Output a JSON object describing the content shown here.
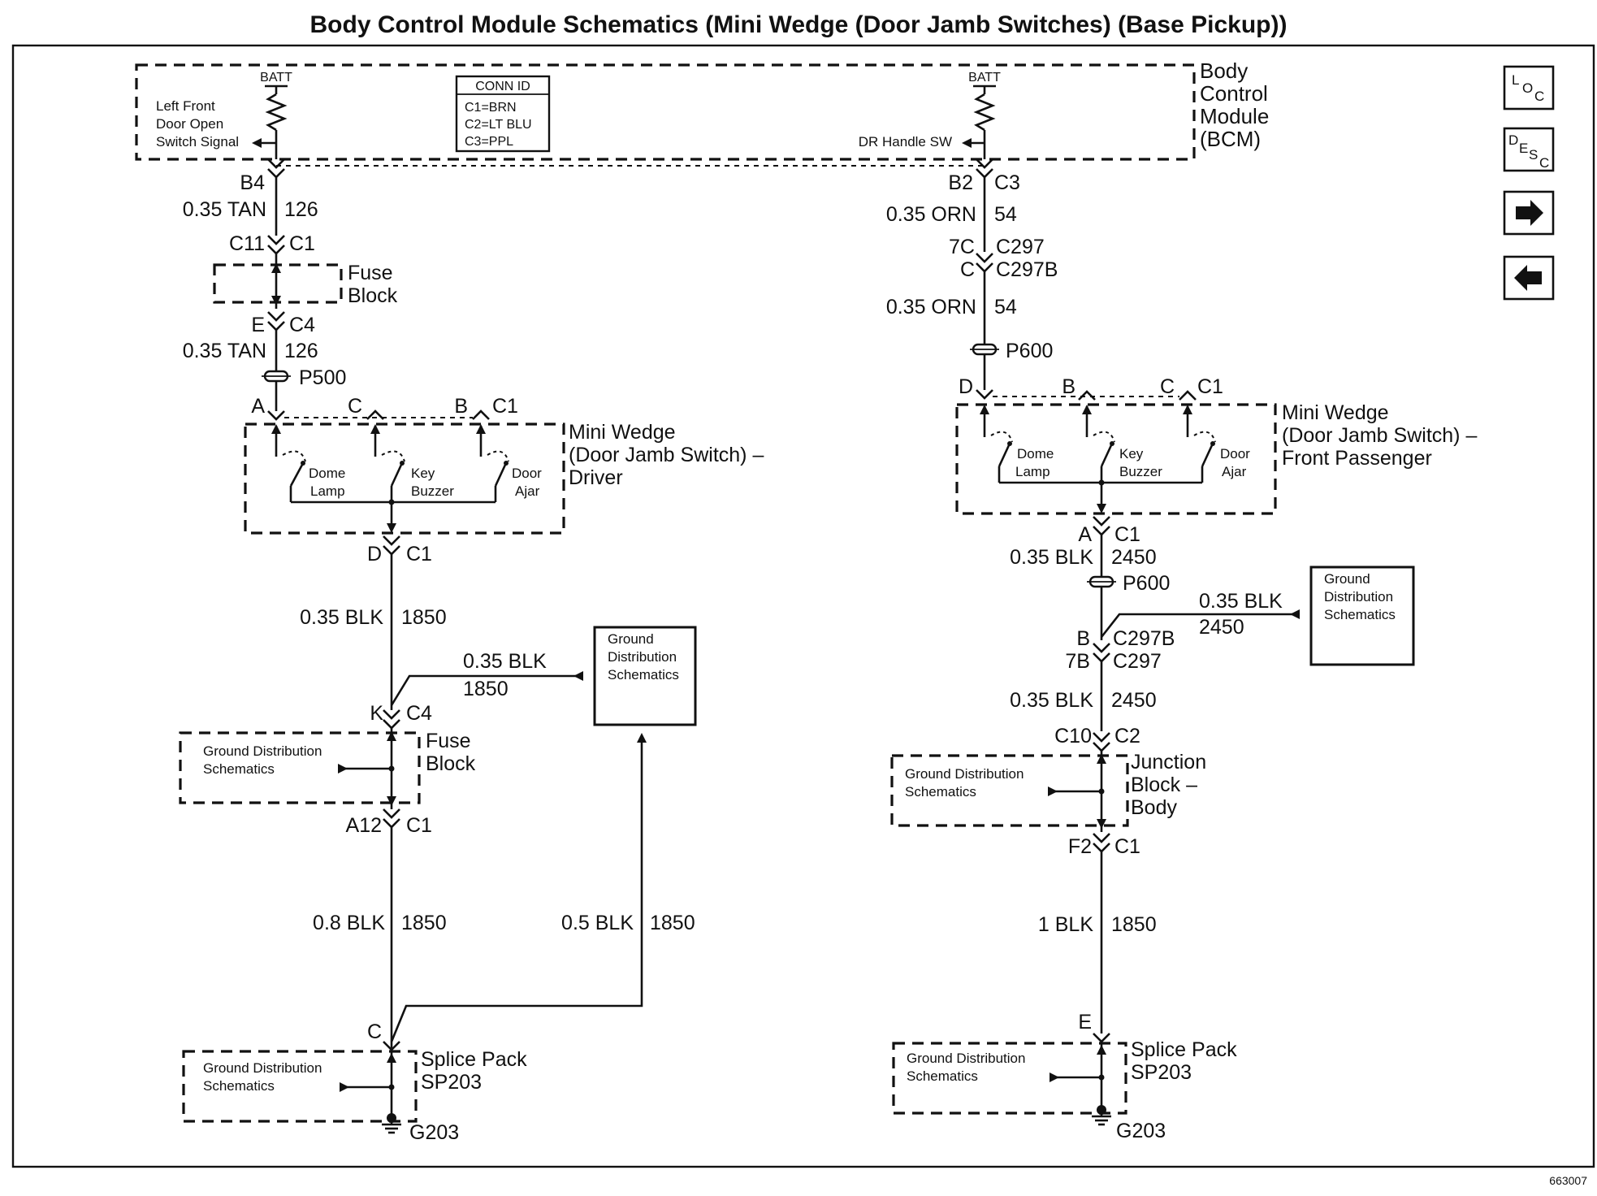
{
  "title": "Body Control Module Schematics (Mini Wedge (Door Jamb Switches) (Base Pickup))",
  "figure_id": "663007",
  "nav": {
    "loc": "LOC",
    "desc": "DESC",
    "next": "next-arrow-icon",
    "prev": "prev-arrow-icon"
  },
  "bcm": {
    "name_lines": [
      "Body",
      "Control",
      "Module",
      "(BCM)"
    ],
    "batt_left": "BATT",
    "batt_right": "BATT",
    "left_signal_lines": [
      "Left Front",
      "Door Open",
      "Switch Signal"
    ],
    "right_signal": "DR Handle SW",
    "conn_id_title": "CONN ID",
    "conn_id_rows": [
      "C1=BRN",
      "C2=LT BLU",
      "C3=PPL"
    ]
  },
  "left": {
    "bcm_pin": "B4",
    "wire1_gauge": "0.35 TAN",
    "wire1_circuit": "126",
    "fuse_top_pin": "C11",
    "fuse_top_conn": "C1",
    "fuse_block_lines": [
      "Fuse",
      "Block"
    ],
    "fuse_bot_pin": "E",
    "fuse_bot_conn": "C4",
    "wire2_gauge": "0.35 TAN",
    "wire2_circuit": "126",
    "inline": "P500",
    "mw_pin_a": "A",
    "mw_pin_c": "C",
    "mw_pin_b": "B",
    "mw_conn": "C1",
    "mw_name_lines": [
      "Mini Wedge",
      "(Door Jamb Switch) –",
      "Driver"
    ],
    "sw1": [
      "Dome",
      "Lamp"
    ],
    "sw2": [
      "Key",
      "Buzzer"
    ],
    "sw3": [
      "Door",
      "Ajar"
    ],
    "mw_bot_pin": "D",
    "mw_bot_conn": "C1",
    "wire3_gauge": "0.35 BLK",
    "wire3_circuit": "1850",
    "branch_gauge": "0.35 BLK",
    "branch_circuit": "1850",
    "gd_box_lines": [
      "Ground",
      "Distribution",
      "Schematics"
    ],
    "fb2_top_pin": "K",
    "fb2_top_conn": "C4",
    "fb2_gd_lines": [
      "Ground Distribution",
      "Schematics"
    ],
    "fb2_name_lines": [
      "Fuse",
      "Block"
    ],
    "fb2_bot_pin": "A12",
    "fb2_bot_conn": "C1",
    "wire4_gauge": "0.8 BLK",
    "wire4_circuit": "1850",
    "wire5_gauge": "0.5 BLK",
    "wire5_circuit": "1850",
    "sp_pin": "C",
    "sp_gd_lines": [
      "Ground Distribution",
      "Schematics"
    ],
    "sp_name_lines": [
      "Splice Pack",
      "SP203"
    ],
    "ground": "G203"
  },
  "right": {
    "bcm_pin": "B2",
    "bcm_conn": "C3",
    "wire1_gauge": "0.35 ORN",
    "wire1_circuit": "54",
    "c297_pin": "7C",
    "c297_conn": "C297",
    "c297b_pin": "C",
    "c297b_conn": "C297B",
    "wire2_gauge": "0.35 ORN",
    "wire2_circuit": "54",
    "inline": "P600",
    "mw_pin_d": "D",
    "mw_pin_b": "B",
    "mw_pin_c": "C",
    "mw_conn": "C1",
    "mw_name_lines": [
      "Mini Wedge",
      "(Door Jamb Switch) –",
      "Front Passenger"
    ],
    "sw1": [
      "Dome",
      "Lamp"
    ],
    "sw2": [
      "Key",
      "Buzzer"
    ],
    "sw3": [
      "Door",
      "Ajar"
    ],
    "mw_bot_pin": "A",
    "mw_bot_conn": "C1",
    "wire3_gauge": "0.35 BLK",
    "wire3_circuit": "2450",
    "inline2": "P600",
    "branch_gauge": "0.35 BLK",
    "branch_circuit": "2450",
    "gd_box_lines": [
      "Ground",
      "Distribution",
      "Schematics"
    ],
    "c297b2_pin": "B",
    "c297b2_conn": "C297B",
    "c2972_pin": "7B",
    "c2972_conn": "C297",
    "wire4_gauge": "0.35 BLK",
    "wire4_circuit": "2450",
    "jb_top_pin": "C10",
    "jb_top_conn": "C2",
    "jb_gd_lines": [
      "Ground Distribution",
      "Schematics"
    ],
    "jb_name_lines": [
      "Junction",
      "Block –",
      "Body"
    ],
    "jb_bot_pin": "F2",
    "jb_bot_conn": "C1",
    "wire5_gauge": "1 BLK",
    "wire5_circuit": "1850",
    "sp_pin": "E",
    "sp_gd_lines": [
      "Ground Distribution",
      "Schematics"
    ],
    "sp_name_lines": [
      "Splice Pack",
      "SP203"
    ],
    "ground": "G203"
  }
}
